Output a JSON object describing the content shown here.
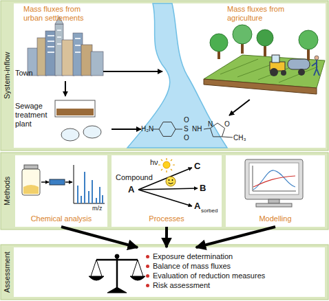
{
  "diagram": {
    "nodes": [
      {
        "text": [
          "System-inflow"
        ]
      },
      {
        "text": [
          "Mass fluxes from urban settlements",
          "Town"
        ],
        "in": 0
      },
      {
        "text": [
          "Sewage treatment plant"
        ],
        "in": 0
      },
      {
        "text": [
          "Mass fluxes from agriculture"
        ],
        "in": 0
      },
      {
        "text": [
          "H₂N",
          "O",
          "S",
          "O",
          "NH",
          "O",
          "N",
          "CH₃"
        ],
        "in": 0
      },
      {
        "text": [
          "Methods"
        ]
      },
      {
        "text": [
          "m/z",
          "Chemical analysis"
        ],
        "in": 5
      },
      {
        "text": [
          "Compound",
          "A",
          "hν",
          "C",
          "B",
          "A",
          "sorbed",
          "Processes"
        ],
        "in": 5
      },
      {
        "text": [
          "Modelling"
        ],
        "in": 5
      },
      {
        "text": [
          "Assessment"
        ]
      },
      {
        "text": [
          "Exposure determination",
          "Balance of mass fluxes",
          "Evaluation of reduction measures",
          "Risk assessment"
        ],
        "in": 9
      }
    ],
    "edges": [
      {
        "from": 1,
        "to": 2,
        "arrow": "to"
      },
      {
        "from": 2,
        "to": 4,
        "arrow": "to"
      },
      {
        "from": 3,
        "to": 4,
        "arrow": "to"
      },
      {
        "from": 6,
        "to": 10,
        "arrow": "to"
      },
      {
        "from": 7,
        "to": 10,
        "arrow": "to"
      },
      {
        "from": 8,
        "to": 10,
        "arrow": "to"
      }
    ]
  }
}
